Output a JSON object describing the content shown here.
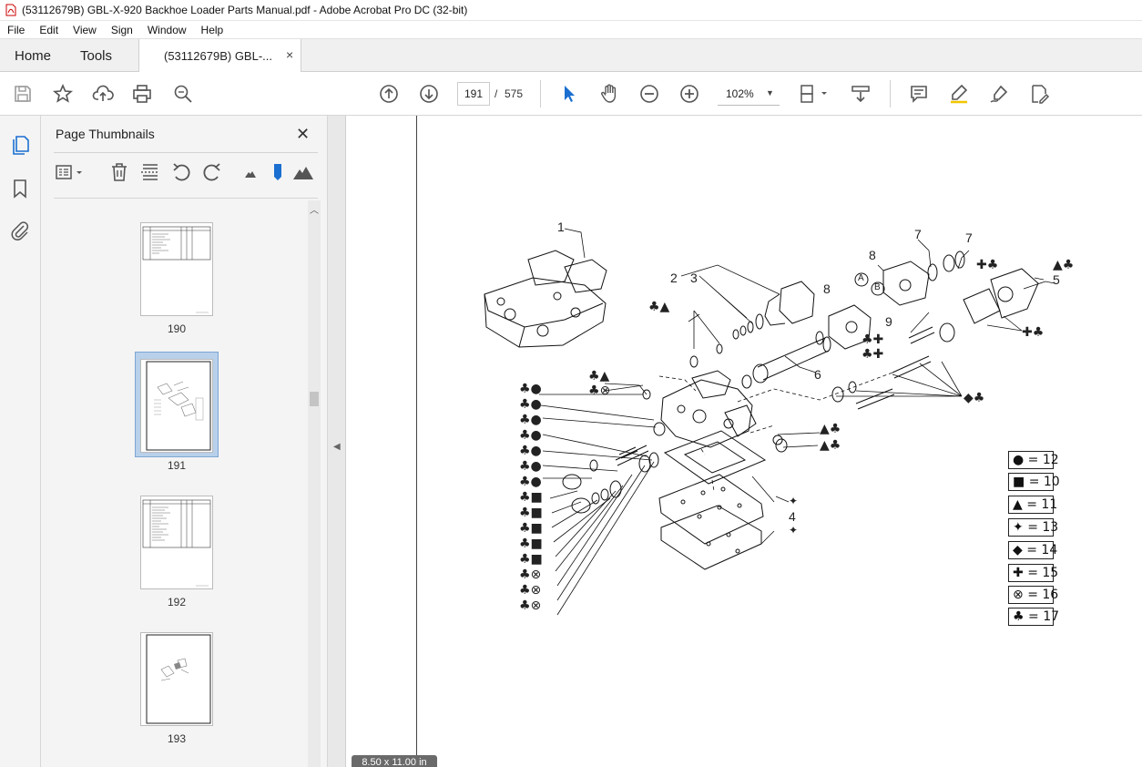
{
  "window": {
    "title": "(53112679B) GBL-X-920 Backhoe Loader Parts Manual.pdf - Adobe Acrobat Pro DC (32-bit)"
  },
  "menu": {
    "items": [
      "File",
      "Edit",
      "View",
      "Sign",
      "Window",
      "Help"
    ]
  },
  "tabs": {
    "home": "Home",
    "tools": "Tools",
    "document": "(53112679B) GBL-...",
    "close_glyph": "×"
  },
  "toolbar": {
    "current_page": "191",
    "page_separator": "/",
    "total_pages": "575",
    "zoom": "102%",
    "zoom_caret": "▼"
  },
  "thumbnails_panel": {
    "title": "Page Thumbnails",
    "close_glyph": "✕",
    "pages": [
      {
        "label": "190",
        "kind": "table"
      },
      {
        "label": "191",
        "kind": "diagram",
        "selected": true
      },
      {
        "label": "192",
        "kind": "table"
      },
      {
        "label": "193",
        "kind": "diagram"
      }
    ]
  },
  "document": {
    "page_size": "8.50 x 11.00 in",
    "callouts": [
      "1",
      "2",
      "3",
      "6",
      "7",
      "7",
      "8",
      "8",
      "9",
      "5",
      "4",
      "A",
      "B"
    ],
    "legend": [
      {
        "symbol": "●",
        "text": "= 12"
      },
      {
        "symbol": "■",
        "text": "= 10"
      },
      {
        "symbol": "▲",
        "text": "= 11"
      },
      {
        "symbol": "✦",
        "text": "= 13"
      },
      {
        "symbol": "◆",
        "text": "= 14"
      },
      {
        "symbol": "✚",
        "text": "= 15"
      },
      {
        "symbol": "⊗",
        "text": "= 16"
      },
      {
        "symbol": "♣",
        "text": "= 17"
      }
    ],
    "left_symbols": [
      "♣●",
      "♣●",
      "♣●",
      "♣●",
      "♣●",
      "♣●",
      "♣●",
      "♣■",
      "♣■",
      "♣■",
      "♣■",
      "♣■",
      "♣⊗",
      "♣⊗",
      "♣⊗"
    ],
    "misc_symbols": {
      "top_left_pair": "♣▲",
      "upper_left_1": "♣▲",
      "upper_left_2": "♣⊗",
      "right_1": "▲♣",
      "right_2": "▲♣",
      "top_right_1": "✚♣",
      "top_right_2": "▲♣",
      "mid_1": "♣✚",
      "mid_2": "♣✚",
      "right_mid": "✚♣",
      "right_spring": "◆♣",
      "plate_1": "✦",
      "plate_2": "✦"
    }
  }
}
